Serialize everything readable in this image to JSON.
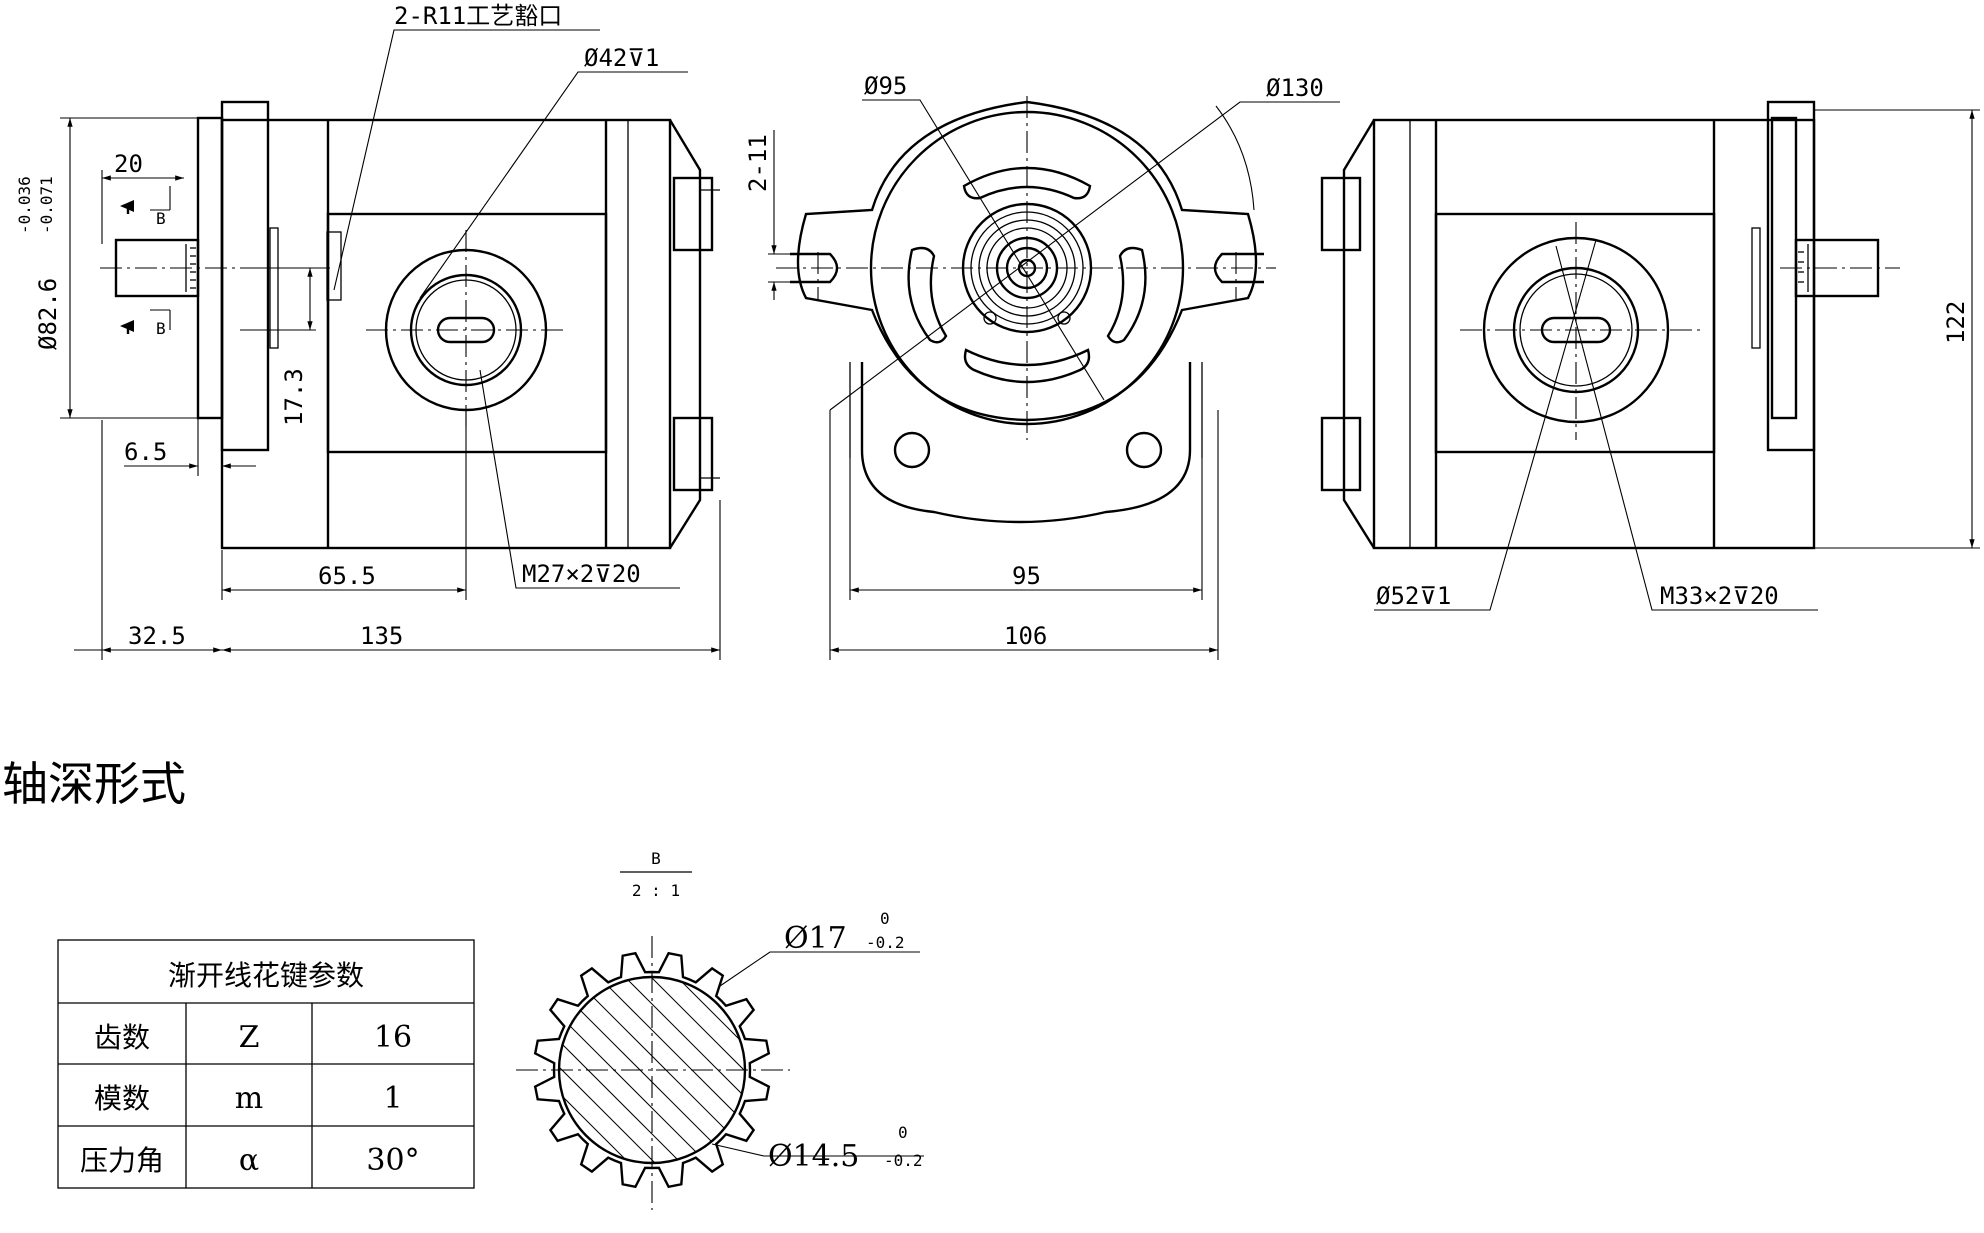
{
  "labels": {
    "process_holes": "2-R11工艺豁口",
    "phi42": "Ø42⊽1",
    "phi95": "Ø95",
    "phi130": "Ø130",
    "slot_2_11": "2-11",
    "tol_upper": "-0.036",
    "tol_lower": "-0.071",
    "phi82_6": "Ø82.6",
    "dim_20": "20",
    "section_b_top": "B",
    "section_b_bottom": "B",
    "dim_17_3": "17.3",
    "dim_6_5": "6.5",
    "dim_65_5": "65.5",
    "thread_m27": "M27×2⊽20",
    "dim_32_5": "32.5",
    "dim_135": "135",
    "dim_95": "95",
    "dim_106": "106",
    "phi52": "Ø52⊽1",
    "thread_m33": "M33×2⊽20",
    "dim_122": "122"
  },
  "section_heading": "轴深形式",
  "spline_table": {
    "title": "渐开线花键参数",
    "rows": [
      {
        "name": "齿数",
        "symbol": "Z",
        "value": "16"
      },
      {
        "name": "模数",
        "symbol": "m",
        "value": "1"
      },
      {
        "name": "压力角",
        "symbol": "α",
        "value": "30°"
      }
    ]
  },
  "detail_view": {
    "name": "B",
    "scale": "2 : 1",
    "outer_dia": "Ø17",
    "outer_tol_upper": "0",
    "outer_tol_lower": "-0.2",
    "root_dia": "Ø14.5",
    "root_tol_upper": "0",
    "root_tol_lower": "-0.2",
    "teeth": 16
  }
}
